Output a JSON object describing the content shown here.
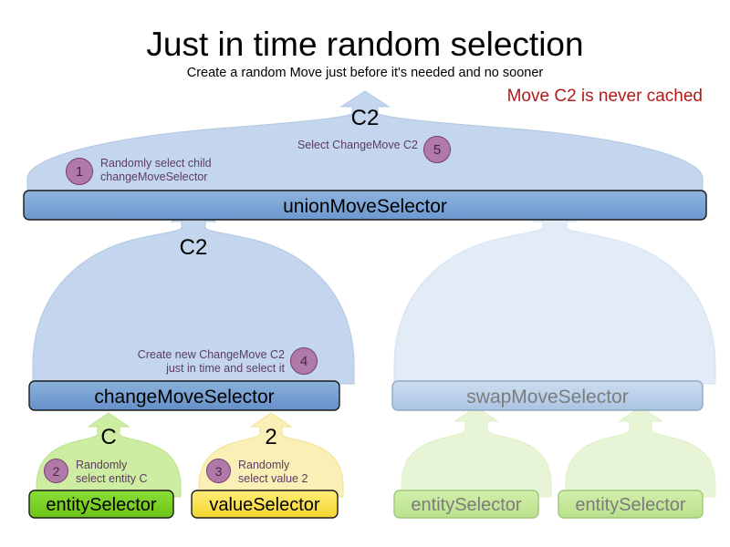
{
  "header": {
    "title": "Just in time random selection",
    "subtitle": "Create a random Move just before it's needed and no sooner",
    "warning": "Move C2 is never cached"
  },
  "colors": {
    "balloon_blue_fill": "#c3d6ee",
    "balloon_blue_stroke": "#b0c6e0",
    "balloon_blue_faded_fill": "#e3ebf6",
    "balloon_green_fill": "#cdeda2",
    "balloon_green_faded_fill": "#e7f5d6",
    "balloon_yellow_fill": "#faefb4",
    "box_union_fill": "#7aa5d8",
    "box_change_fill": "#6f9fd8",
    "box_swap_fill": "#b8cce4",
    "box_entity_fill": "#76d120",
    "box_entity_faded_fill": "#c3e89a",
    "box_value_fill": "#fbe34d",
    "circle_fill": "#b07aa8",
    "circle_stroke": "#7a3d72",
    "note_text": "#5e3a66",
    "warning_text": "#b31919",
    "faded_text": "#7c7c7c"
  },
  "boxes": [
    {
      "id": "union",
      "label": "unionMoveSelector",
      "faded": false
    },
    {
      "id": "change",
      "label": "changeMoveSelector",
      "faded": false
    },
    {
      "id": "swap",
      "label": "swapMoveSelector",
      "faded": true
    },
    {
      "id": "entity-left",
      "label": "entitySelector",
      "faded": false
    },
    {
      "id": "value-left",
      "label": "valueSelector",
      "faded": false
    },
    {
      "id": "entity-r1",
      "label": "entitySelector",
      "faded": true
    },
    {
      "id": "entity-r2",
      "label": "entitySelector",
      "faded": true
    }
  ],
  "balloon_labels": {
    "union_top": "C2",
    "change_top": "C2",
    "entity_left": "C",
    "value_left": "2"
  },
  "annotations": [
    {
      "num": "1",
      "line1": "Randomly select child",
      "line2": "changeMoveSelector",
      "align": "left"
    },
    {
      "num": "2",
      "line1": "Randomly",
      "line2": "select entity C",
      "align": "left"
    },
    {
      "num": "3",
      "line1": "Randomly",
      "line2": "select value 2",
      "align": "left"
    },
    {
      "num": "4",
      "line1": "Create new ChangeMove C2",
      "line2": "just in time and select it",
      "align": "right"
    },
    {
      "num": "5",
      "line1": "Select ChangeMove C2",
      "line2": "",
      "align": "right"
    }
  ]
}
